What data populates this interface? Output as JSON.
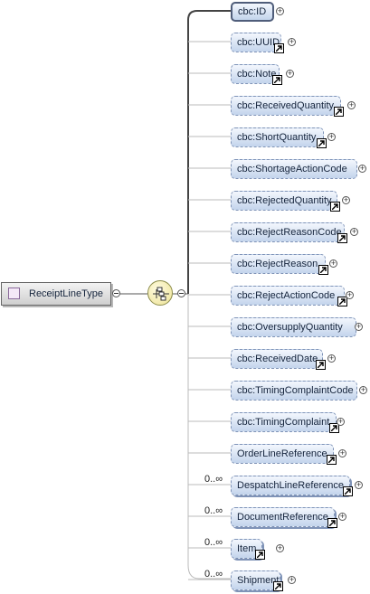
{
  "root": {
    "label": "ReceiptLineType"
  },
  "compositor": {
    "icon": "sequence-icon"
  },
  "elements": [
    {
      "label": "cbc:ID"
    },
    {
      "label": "cbc:UUID"
    },
    {
      "label": "cbc:Note"
    },
    {
      "label": "cbc:ReceivedQuantity"
    },
    {
      "label": "cbc:ShortQuantity"
    },
    {
      "label": "cbc:ShortageActionCode"
    },
    {
      "label": "cbc:RejectedQuantity"
    },
    {
      "label": "cbc:RejectReasonCode"
    },
    {
      "label": "cbc:RejectReason"
    },
    {
      "label": "cbc:RejectActionCode"
    },
    {
      "label": "cbc:OversupplyQuantity"
    },
    {
      "label": "cbc:ReceivedDate"
    },
    {
      "label": "cbc:TimingComplaintCode"
    },
    {
      "label": "cbc:TimingComplaint"
    },
    {
      "label": "OrderLineReference"
    },
    {
      "label": "DespatchLineReference",
      "cardinality": "0..∞"
    },
    {
      "label": "DocumentReference",
      "cardinality": "0..∞"
    },
    {
      "label": "Item",
      "cardinality": "0..∞"
    },
    {
      "label": "Shipment",
      "cardinality": "0..∞"
    }
  ]
}
